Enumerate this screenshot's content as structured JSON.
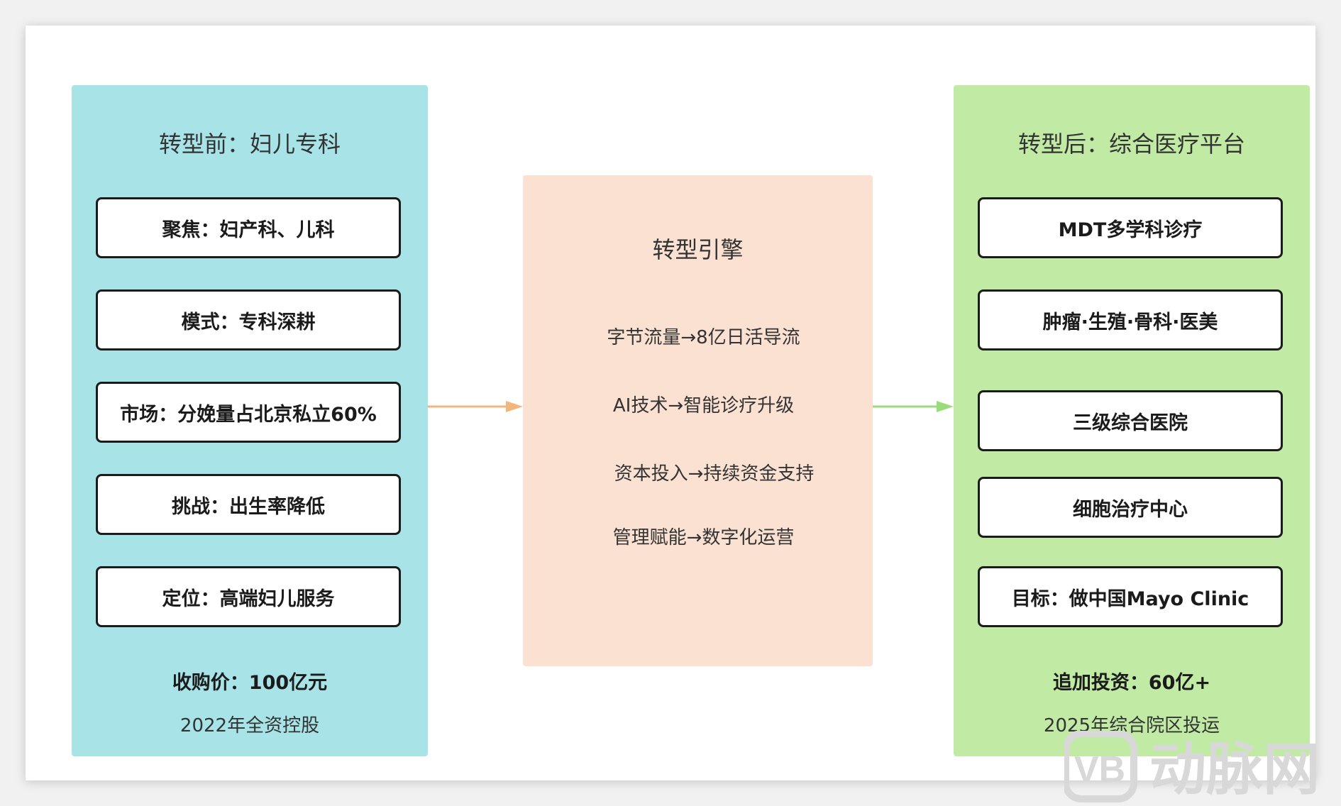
{
  "left": {
    "title": "转型前：妇儿专科",
    "items": [
      "聚焦：妇产科、儿科",
      "模式：专科深耕",
      "市场：分娩量占北京私立60%",
      "挑战：出生率降低",
      "定位：高端妇儿服务"
    ],
    "footer_strong": "收购价：100亿元",
    "footer_sub": "2022年全资控股"
  },
  "middle": {
    "title": "转型引擎",
    "items": [
      "字节流量→8亿日活导流",
      "AI技术→智能诊疗升级",
      "资本投入→持续资金支持",
      "管理赋能→数字化运营"
    ]
  },
  "right": {
    "title": "转型后：综合医疗平台",
    "items": [
      "MDT多学科诊疗",
      "肿瘤·生殖·骨科·医美",
      "三级综合医院",
      "细胞治疗中心",
      "目标：做中国Mayo Clinic"
    ],
    "footer_strong": "追加投资：60亿+",
    "footer_sub": "2025年综合院区投运"
  },
  "watermark": {
    "logo_text": "VB",
    "brand_text": "动脉网"
  },
  "colors": {
    "left_panel": "#a8e4e7",
    "middle_panel": "#fae1d2",
    "right_panel": "#c1eba5",
    "arrow_left": "#f2b57c",
    "arrow_right": "#9bdc7a"
  }
}
